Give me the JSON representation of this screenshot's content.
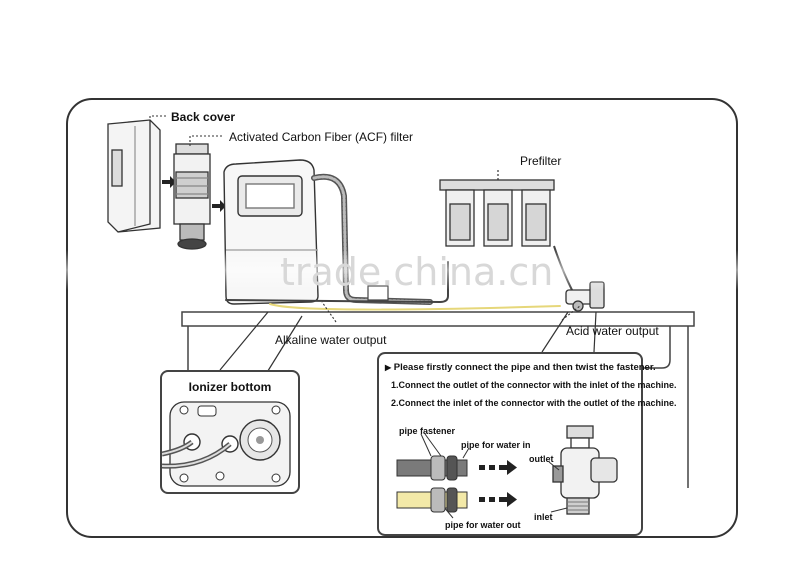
{
  "labels": {
    "back_cover": "Back cover",
    "acf_filter": "Activated Carbon Fiber (ACF) filter",
    "prefilter": "Prefilter",
    "alkaline_output": "Alkaline water output",
    "acid_output": "Acid water output",
    "ionizer_bottom": "Ionizer bottom"
  },
  "instructions": {
    "heading": "Please firstly connect the pipe and then twist the fastener.",
    "step1": "1.Connect the outlet of the connector with the inlet of the machine.",
    "step2": "2.Connect the inlet of the connector with the outlet of the machine."
  },
  "connector": {
    "pipe_fastener": "pipe fastener",
    "pipe_water_in": "pipe for water in",
    "pipe_water_out": "pipe for water out",
    "outlet": "outlet",
    "inlet": "inlet"
  },
  "watermark": "trade.china.cn",
  "colors": {
    "line": "#333333",
    "pipe_gray": "#7a7a7a",
    "pipe_yellow": "#f3e9a8",
    "watermark": "#d8d8d8"
  }
}
